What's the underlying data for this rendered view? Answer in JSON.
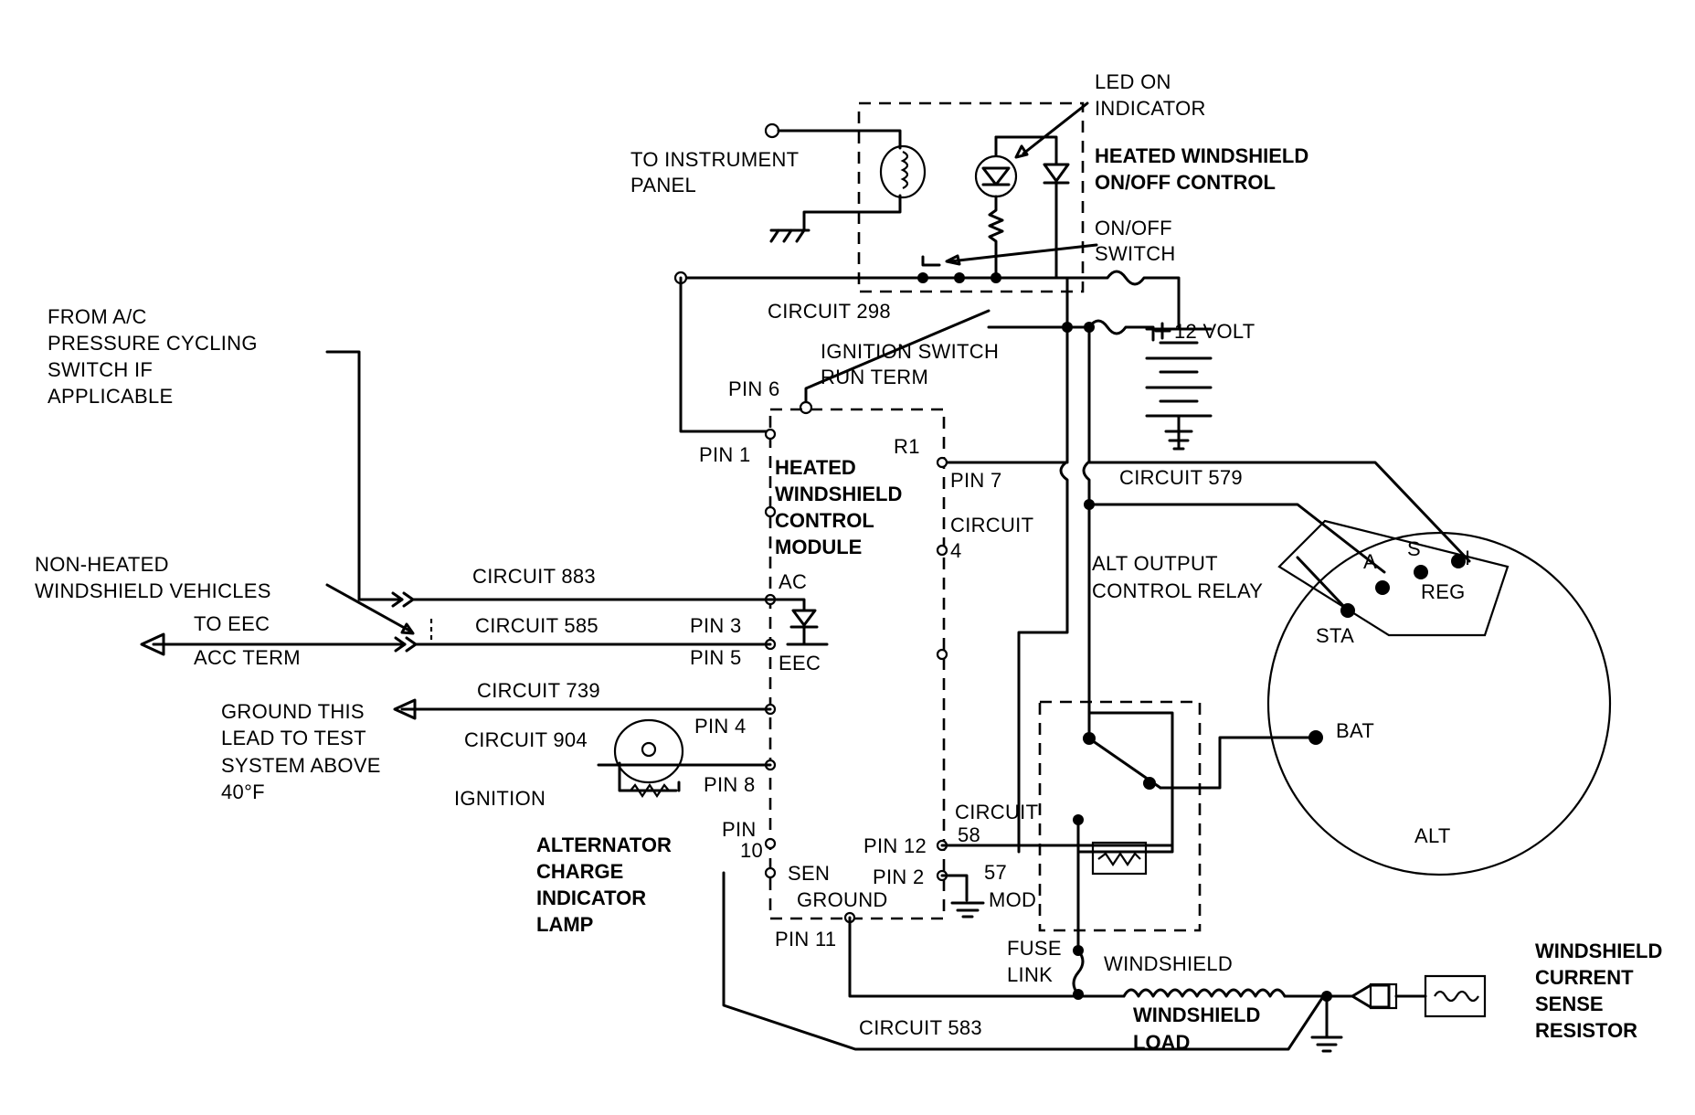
{
  "labels": {
    "led_on_indicator": [
      "LED ON",
      "INDICATOR"
    ],
    "heated_windshield_onoff_control": [
      "HEATED WINDSHIELD",
      "ON/OFF CONTROL"
    ],
    "to_instrument_panel": [
      "TO INSTRUMENT",
      "PANEL"
    ],
    "onoff_switch": [
      "ON/OFF",
      "SWITCH"
    ],
    "circuit_298": "CIRCUIT 298",
    "twelve_volt": "12 VOLT",
    "ignition_switch_run_term": [
      "IGNITION SWITCH",
      "RUN TERM"
    ],
    "from_ac_pressure": [
      "FROM A/C",
      "PRESSURE CYCLING",
      "SWITCH IF",
      "APPLICABLE"
    ],
    "pin_6": "PIN 6",
    "pin_1": "PIN 1",
    "r1": "R1",
    "pin_7": "PIN 7",
    "circuit_579": "CIRCUIT 579",
    "hw_control_module": [
      "HEATED",
      "WINDSHIELD",
      "CONTROL",
      "MODULE"
    ],
    "circuit_4": [
      "CIRCUIT",
      "4"
    ],
    "alt_output_control_relay": [
      "ALT OUTPUT",
      "CONTROL RELAY"
    ],
    "alt_terminals": {
      "a": "A",
      "s": "S",
      "i": "I",
      "reg": "REG",
      "sta": "STA",
      "bat": "BAT",
      "alt": "ALT"
    },
    "non_heated_windshield": [
      "NON-HEATED",
      "WINDSHIELD VEHICLES"
    ],
    "circuit_883": "CIRCUIT 883",
    "ac": "AC",
    "to_eec": "TO EEC",
    "acc_term": "ACC TERM",
    "circuit_585": "CIRCUIT 585",
    "pin_3": "PIN 3",
    "pin_5": "PIN 5",
    "eec": "EEC",
    "circuit_739": "CIRCUIT 739",
    "ground_lead": [
      "GROUND THIS",
      "LEAD TO TEST",
      "SYSTEM ABOVE",
      "40°F"
    ],
    "pin_4": "PIN 4",
    "circuit_904": "CIRCUIT 904",
    "ignition": "IGNITION",
    "pin_8": "PIN 8",
    "pin_10": [
      "PIN",
      "10"
    ],
    "alternator_charge_lamp": [
      "ALTERNATOR",
      "CHARGE",
      "INDICATOR",
      "LAMP"
    ],
    "sen_ground": [
      "SEN",
      "GROUND"
    ],
    "pin_12": "PIN 12",
    "circuit_58": [
      "CIRCUIT",
      "58"
    ],
    "pin_2": "PIN 2",
    "mod_57": [
      "57",
      "MOD"
    ],
    "pin_11": "PIN 11",
    "fuse_link": [
      "FUSE",
      "LINK"
    ],
    "windshield": "WINDSHIELD",
    "windshield_load": [
      "WINDSHIELD",
      "LOAD"
    ],
    "circuit_583": "CIRCUIT 583",
    "windshield_current_sense": [
      "WINDSHIELD",
      "CURRENT",
      "SENSE",
      "RESISTOR"
    ]
  }
}
